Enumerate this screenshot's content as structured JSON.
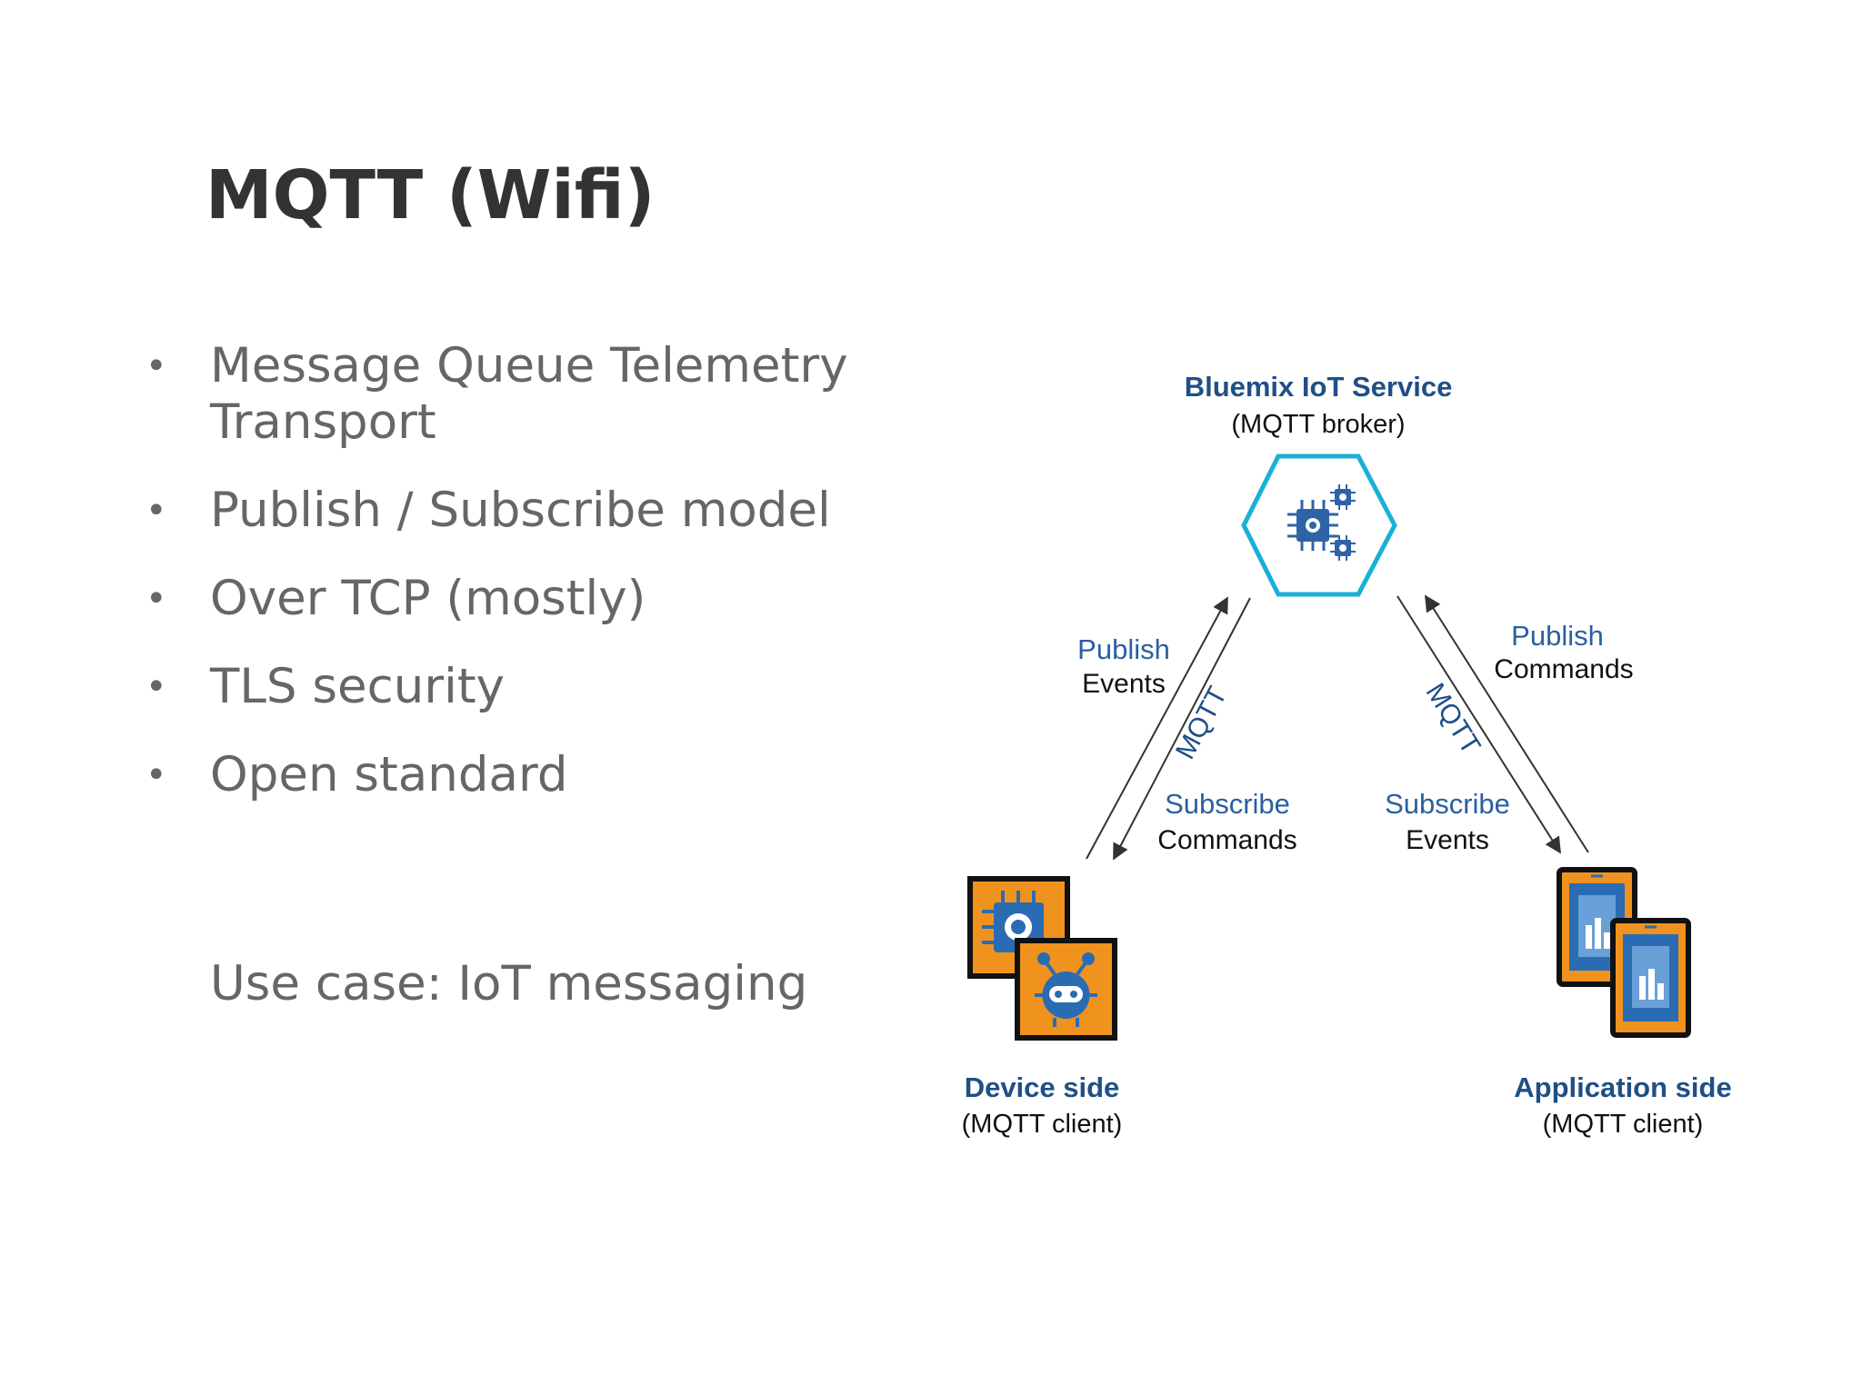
{
  "slide": {
    "title": "MQTT (Wifi)",
    "bullets": [
      "Message Queue Telemetry Transport",
      "Publish / Subscribe model",
      "Over TCP (mostly)",
      "TLS security",
      "Open standard"
    ],
    "use_case": "Use case: IoT messaging"
  },
  "diagram": {
    "broker": {
      "title": "Bluemix IoT Service",
      "subtitle": "(MQTT broker)",
      "icon": "chip-icon"
    },
    "device": {
      "title": "Device side",
      "subtitle": "(MQTT client)",
      "icon": "robot-device-icon"
    },
    "application": {
      "title": "Application side",
      "subtitle": "(MQTT client)",
      "icon": "tablet-app-icon"
    },
    "left_link": {
      "protocol": "MQTT",
      "up_verb": "Publish",
      "up_noun": "Events",
      "down_verb": "Subscribe",
      "down_noun": "Commands"
    },
    "right_link": {
      "protocol": "MQTT",
      "up_verb": "Publish",
      "up_noun": "Commands",
      "down_verb": "Subscribe",
      "down_noun": "Events"
    },
    "colors": {
      "hexagon": "#1ab0d6",
      "chip": "#2f63a8",
      "device_orange": "#f0921e",
      "device_blue": "#2a6cb4",
      "title_blue": "#1f4f86",
      "verb_blue": "#2b5fa0"
    }
  }
}
